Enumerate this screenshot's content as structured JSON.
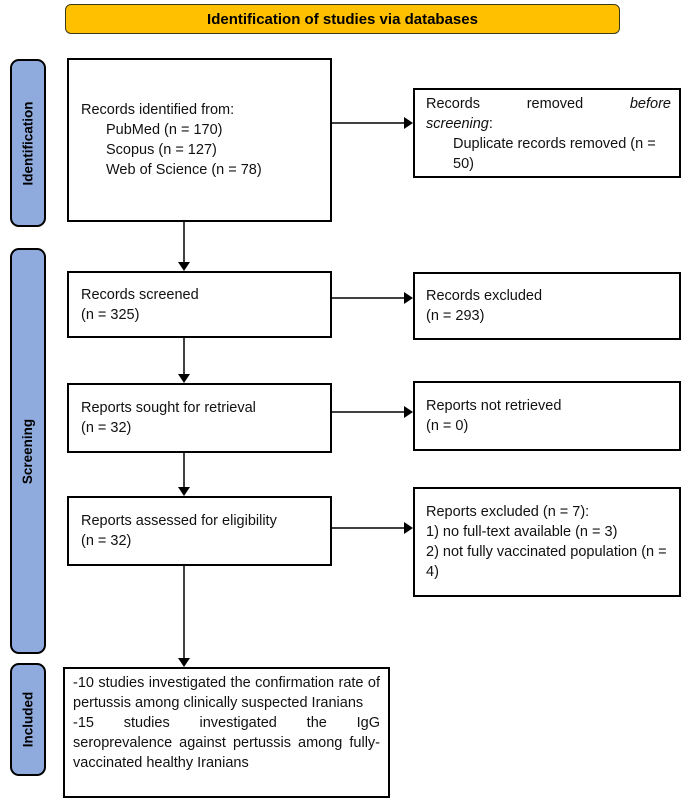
{
  "title_banner": "Identification of studies via databases",
  "colors": {
    "banner_bg": "#FFC000",
    "sidebar_bg": "#8FAADC",
    "arrow": "#404040",
    "border": "#000000"
  },
  "sidebar": {
    "items": [
      {
        "label": "Identification"
      },
      {
        "label": "Screening"
      },
      {
        "label": "Included"
      }
    ]
  },
  "flow": {
    "records_identified": {
      "title": "Records identified from:",
      "sources": [
        {
          "label": "PubMed (n = 170)"
        },
        {
          "label": "Scopus (n = 127)"
        },
        {
          "label": "Web of Science (n = 78)"
        }
      ]
    },
    "records_removed": {
      "word1": "Records",
      "word2": "removed",
      "word3_italic": "before",
      "line2_italic": "screening",
      "line2_suffix": ":",
      "detail": "Duplicate records removed (n = 50)"
    },
    "records_screened": {
      "line1": "Records screened",
      "line2": "(n = 325)"
    },
    "records_excluded": {
      "line1": "Records excluded",
      "line2": "(n = 293)"
    },
    "reports_sought": {
      "line1": "Reports sought for retrieval",
      "line2": "(n = 32)"
    },
    "reports_not_retrieved": {
      "line1": "Reports not retrieved",
      "line2": "(n = 0)"
    },
    "reports_assessed": {
      "line1": "Reports assessed for eligibility",
      "line2": "(n = 32)"
    },
    "reports_excluded": {
      "line1": "Reports excluded (n = 7):",
      "line2": "1) no full-text available (n = 3)",
      "line3": "2) not fully vaccinated population (n = 4)"
    },
    "included_summary": {
      "item1": "-10 studies investigated the confirmation rate of pertussis among clinically suspected Iranians",
      "item2": "-15 studies investigated the IgG seroprevalence against pertussis among fully-vaccinated healthy Iranians"
    }
  }
}
